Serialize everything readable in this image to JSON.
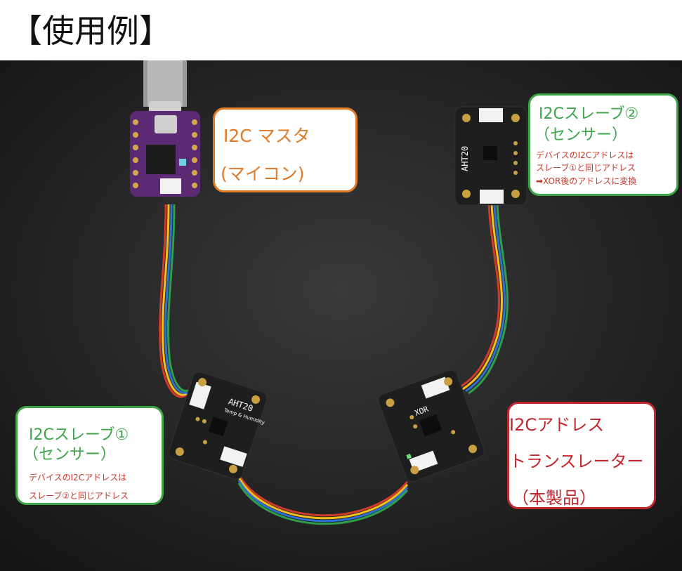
{
  "page_title": "【使用例】",
  "master_box": {
    "line1": "I2C マスタ",
    "line2": "(マイコン)"
  },
  "slave2_box": {
    "line1": "I2Cスレーブ②",
    "line2": "（センサー）",
    "note1": "デバイスのI2Cアドレスは",
    "note2": "スレーブ①と同じアドレス",
    "note3": "➡XOR後のアドレスに変換"
  },
  "slave1_box": {
    "line1": "I2Cスレーブ①",
    "line2": "（センサー）",
    "note1": "デバイスのI2Cアドレスは",
    "note2": "スレーブ②と同じアドレス"
  },
  "translator_box": {
    "line1": "I2Cアドレス",
    "line2": "トランスレーター",
    "line3": "（本製品）"
  },
  "board_labels": {
    "sensor": "AHT20",
    "sensor_sub": "Temp & Humidity",
    "translator": "XOR"
  },
  "colors": {
    "master": "#e07a27",
    "slave": "#3aa648",
    "translator": "#c0262c",
    "note": "#c0392b"
  }
}
